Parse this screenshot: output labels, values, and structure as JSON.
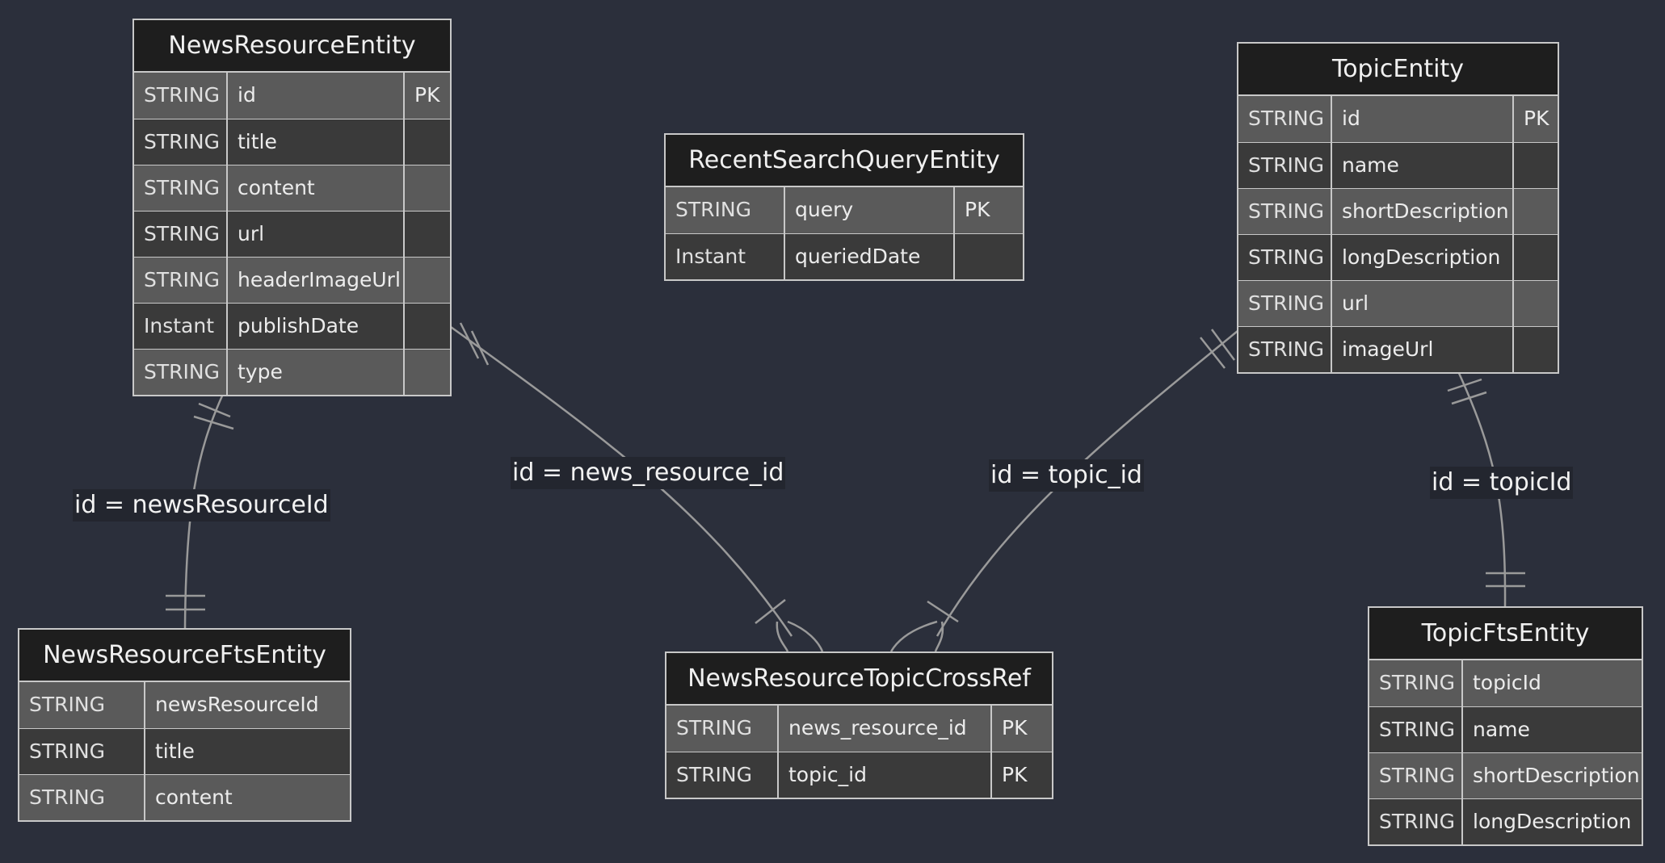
{
  "entities": {
    "news_resource": {
      "name": "NewsResourceEntity",
      "attributes": [
        {
          "type": "STRING",
          "name": "id",
          "key": "PK"
        },
        {
          "type": "STRING",
          "name": "title",
          "key": ""
        },
        {
          "type": "STRING",
          "name": "content",
          "key": ""
        },
        {
          "type": "STRING",
          "name": "url",
          "key": ""
        },
        {
          "type": "STRING",
          "name": "headerImageUrl",
          "key": ""
        },
        {
          "type": "Instant",
          "name": "publishDate",
          "key": ""
        },
        {
          "type": "STRING",
          "name": "type",
          "key": ""
        }
      ]
    },
    "recent_search": {
      "name": "RecentSearchQueryEntity",
      "attributes": [
        {
          "type": "STRING",
          "name": "query",
          "key": "PK"
        },
        {
          "type": "Instant",
          "name": "queriedDate",
          "key": ""
        }
      ]
    },
    "topic": {
      "name": "TopicEntity",
      "attributes": [
        {
          "type": "STRING",
          "name": "id",
          "key": "PK"
        },
        {
          "type": "STRING",
          "name": "name",
          "key": ""
        },
        {
          "type": "STRING",
          "name": "shortDescription",
          "key": ""
        },
        {
          "type": "STRING",
          "name": "longDescription",
          "key": ""
        },
        {
          "type": "STRING",
          "name": "url",
          "key": ""
        },
        {
          "type": "STRING",
          "name": "imageUrl",
          "key": ""
        }
      ]
    },
    "news_resource_fts": {
      "name": "NewsResourceFtsEntity",
      "attributes": [
        {
          "type": "STRING",
          "name": "newsResourceId"
        },
        {
          "type": "STRING",
          "name": "title"
        },
        {
          "type": "STRING",
          "name": "content"
        }
      ]
    },
    "cross_ref": {
      "name": "NewsResourceTopicCrossRef",
      "attributes": [
        {
          "type": "STRING",
          "name": "news_resource_id",
          "key": "PK"
        },
        {
          "type": "STRING",
          "name": "topic_id",
          "key": "PK"
        }
      ]
    },
    "topic_fts": {
      "name": "TopicFtsEntity",
      "attributes": [
        {
          "type": "STRING",
          "name": "topicId"
        },
        {
          "type": "STRING",
          "name": "name"
        },
        {
          "type": "STRING",
          "name": "shortDescription"
        },
        {
          "type": "STRING",
          "name": "longDescription"
        }
      ]
    }
  },
  "relationships": [
    {
      "id": "rel-news-fts",
      "label": "id = newsResourceId",
      "from_entity": "news_resource",
      "to_entity": "news_resource_fts",
      "from_cardinality": "one",
      "to_cardinality": "one"
    },
    {
      "id": "rel-news-crossref",
      "label": "id = news_resource_id",
      "from_entity": "news_resource",
      "to_entity": "cross_ref",
      "from_cardinality": "one",
      "to_cardinality": "many"
    },
    {
      "id": "rel-topic-crossref",
      "label": "id = topic_id",
      "from_entity": "topic",
      "to_entity": "cross_ref",
      "from_cardinality": "one",
      "to_cardinality": "many"
    },
    {
      "id": "rel-topic-fts",
      "label": "id = topicId",
      "from_entity": "topic",
      "to_entity": "topic_fts",
      "from_cardinality": "one",
      "to_cardinality": "one"
    }
  ],
  "colors": {
    "background": "#2b2f3b",
    "border": "#c8c8c8",
    "header": "#1e1e1e",
    "row_odd": "#5a5a5a",
    "row_even": "#3a3a3a",
    "text": "#ececec",
    "line": "#9a9a9a"
  }
}
